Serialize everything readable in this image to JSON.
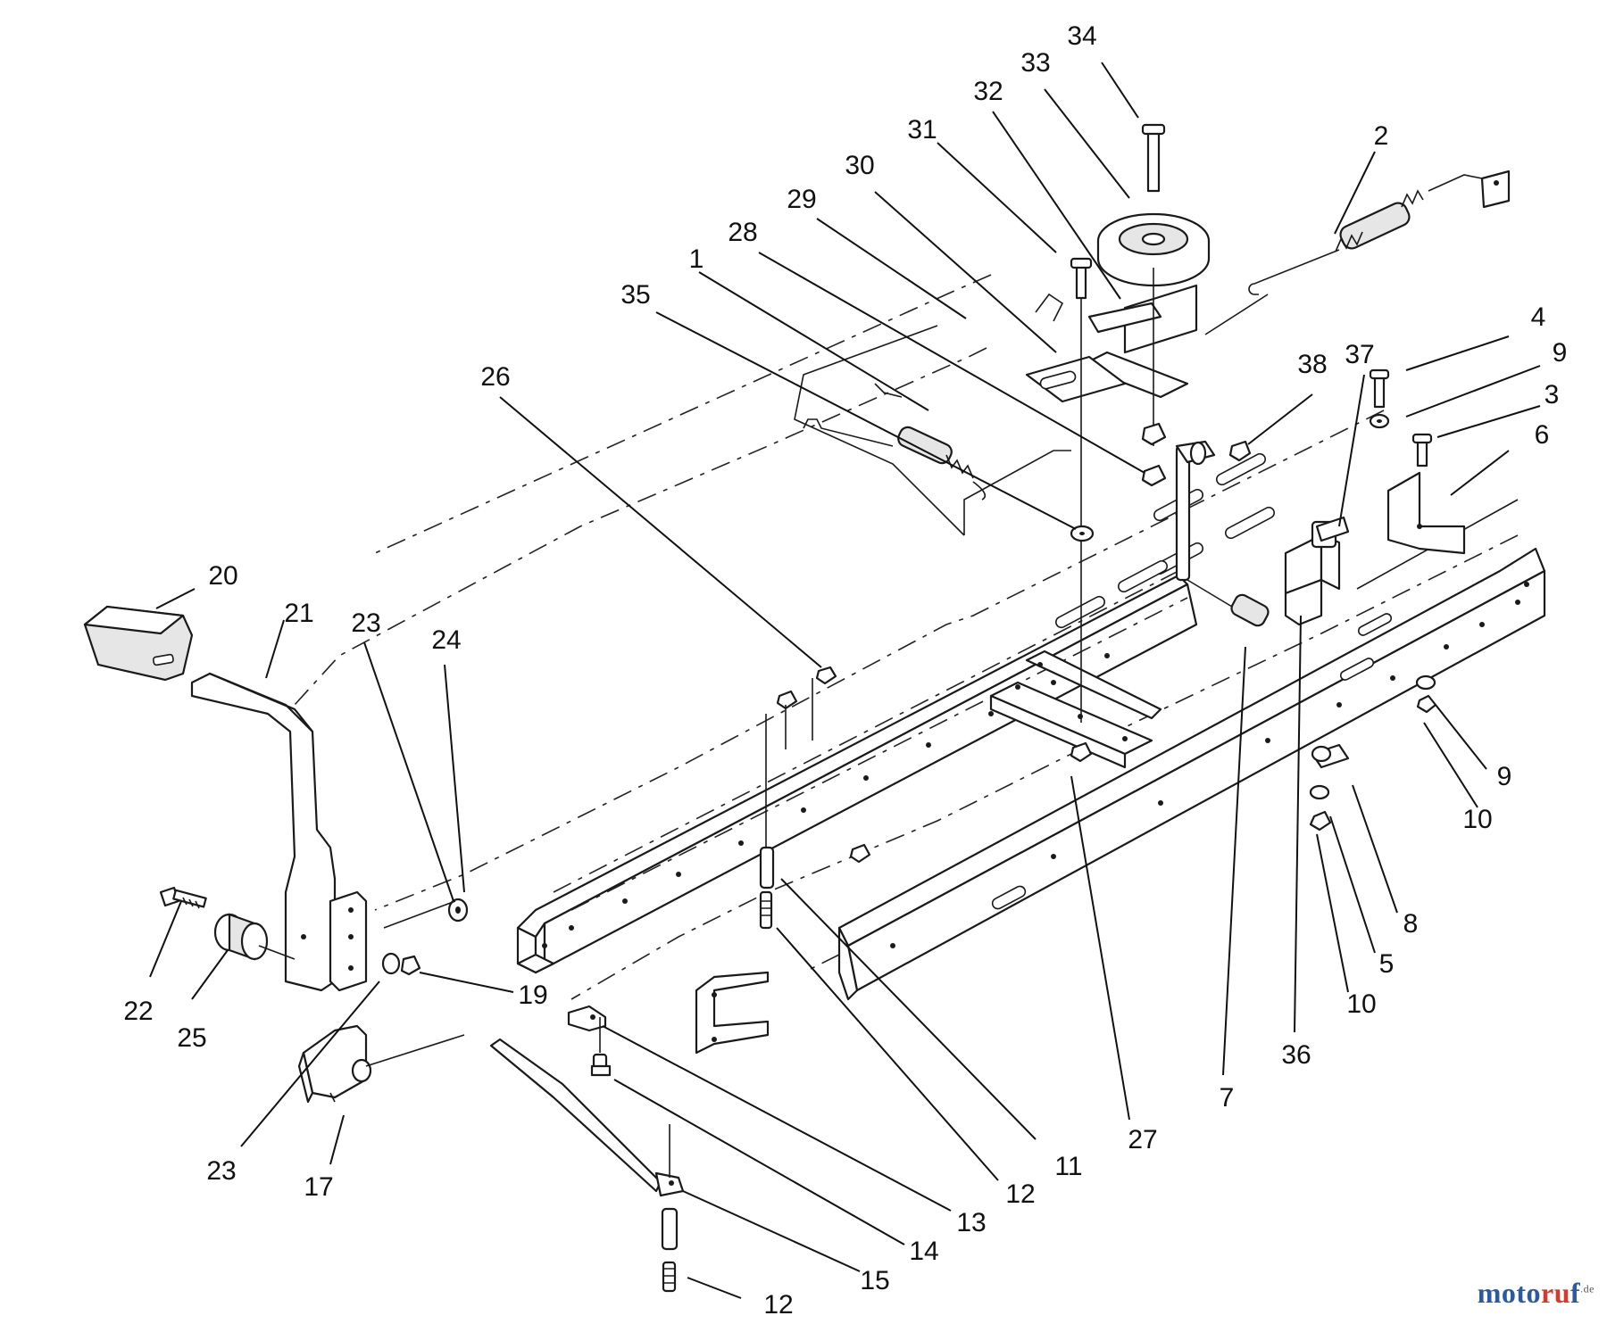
{
  "diagram": {
    "callouts": [
      {
        "id": "c34",
        "label": "34"
      },
      {
        "id": "c33",
        "label": "33"
      },
      {
        "id": "c32",
        "label": "32"
      },
      {
        "id": "c31",
        "label": "31"
      },
      {
        "id": "c30",
        "label": "30"
      },
      {
        "id": "c29",
        "label": "29"
      },
      {
        "id": "c28",
        "label": "28"
      },
      {
        "id": "c1",
        "label": "1"
      },
      {
        "id": "c35",
        "label": "35"
      },
      {
        "id": "c26",
        "label": "26"
      },
      {
        "id": "c2",
        "label": "2"
      },
      {
        "id": "c4",
        "label": "4"
      },
      {
        "id": "c9a",
        "label": "9"
      },
      {
        "id": "c3",
        "label": "3"
      },
      {
        "id": "c6",
        "label": "6"
      },
      {
        "id": "c38",
        "label": "38"
      },
      {
        "id": "c37",
        "label": "37"
      },
      {
        "id": "c20",
        "label": "20"
      },
      {
        "id": "c21",
        "label": "21"
      },
      {
        "id": "c23a",
        "label": "23"
      },
      {
        "id": "c24",
        "label": "24"
      },
      {
        "id": "c22",
        "label": "22"
      },
      {
        "id": "c25",
        "label": "25"
      },
      {
        "id": "c19",
        "label": "19"
      },
      {
        "id": "c23b",
        "label": "23"
      },
      {
        "id": "c17",
        "label": "17"
      },
      {
        "id": "c9b",
        "label": "9"
      },
      {
        "id": "c10a",
        "label": "10"
      },
      {
        "id": "c8",
        "label": "8"
      },
      {
        "id": "c5",
        "label": "5"
      },
      {
        "id": "c10b",
        "label": "10"
      },
      {
        "id": "c36",
        "label": "36"
      },
      {
        "id": "c7",
        "label": "7"
      },
      {
        "id": "c27",
        "label": "27"
      },
      {
        "id": "c11",
        "label": "11"
      },
      {
        "id": "c12a",
        "label": "12"
      },
      {
        "id": "c13",
        "label": "13"
      },
      {
        "id": "c14",
        "label": "14"
      },
      {
        "id": "c15",
        "label": "15"
      },
      {
        "id": "c12b",
        "label": "12"
      }
    ]
  },
  "watermark": {
    "part1": "moto",
    "part2": "ru",
    "part3": "f",
    "suffix": ".de"
  }
}
